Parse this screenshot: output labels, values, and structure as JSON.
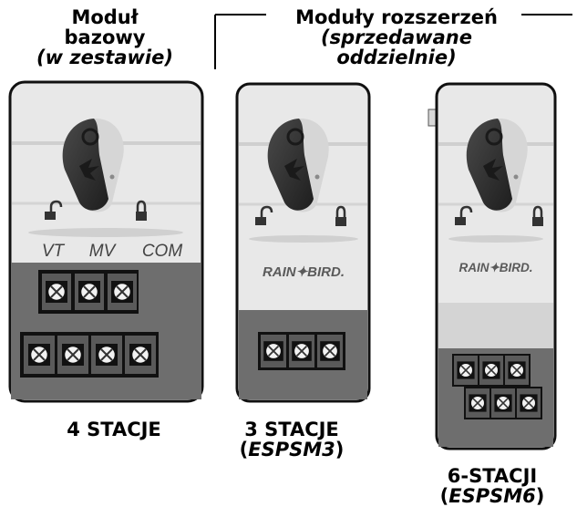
{
  "base": {
    "title_line1": "Moduł",
    "title_line2": "bazowy",
    "subtitle": "(w zestawie)",
    "terminal_labels": [
      "VT",
      "MV",
      "COM"
    ],
    "stations": "4 STACJE"
  },
  "expansion_header": {
    "title": "Moduły rozszerzeń",
    "subtitle_line1": "(sprzedawane",
    "subtitle_line2": "oddzielnie)"
  },
  "module3": {
    "brand": "RAIN✦BIRD.",
    "stations": "3 STACJE",
    "model_open": "(",
    "model": "ESPSM3",
    "model_close": ")"
  },
  "module6": {
    "brand": "RAIN✦BIRD.",
    "stations": "6-STACJI",
    "model_open": "(",
    "model": "ESPSM6",
    "model_close": ")"
  },
  "colors": {
    "module_body": "#e8e8e8",
    "terminal_block": "#6e6e6e",
    "outline": "#111111",
    "keypad": "#3a3a3a"
  }
}
